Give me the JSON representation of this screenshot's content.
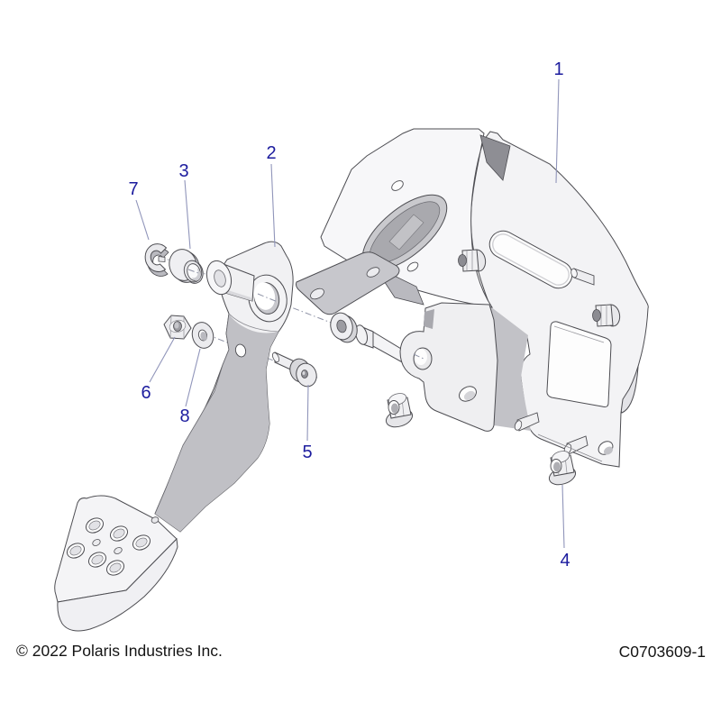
{
  "diagram": {
    "callouts": [
      {
        "label": "1"
      },
      {
        "label": "2"
      },
      {
        "label": "3"
      },
      {
        "label": "4"
      },
      {
        "label": "5"
      },
      {
        "label": "6"
      },
      {
        "label": "7"
      },
      {
        "label": "8"
      }
    ],
    "footer": {
      "copyright": "© 2022 Polaris Industries Inc.",
      "drawing_number": "C0703609-1"
    },
    "colors": {
      "callout": "#1c1c9e",
      "leader": "#9095ba",
      "outline": "#4d4d52",
      "part_light": "#f4f4f6",
      "part_mid": "#d9d9dd",
      "part_dark": "#bcbcc2",
      "background": "#ffffff"
    }
  }
}
